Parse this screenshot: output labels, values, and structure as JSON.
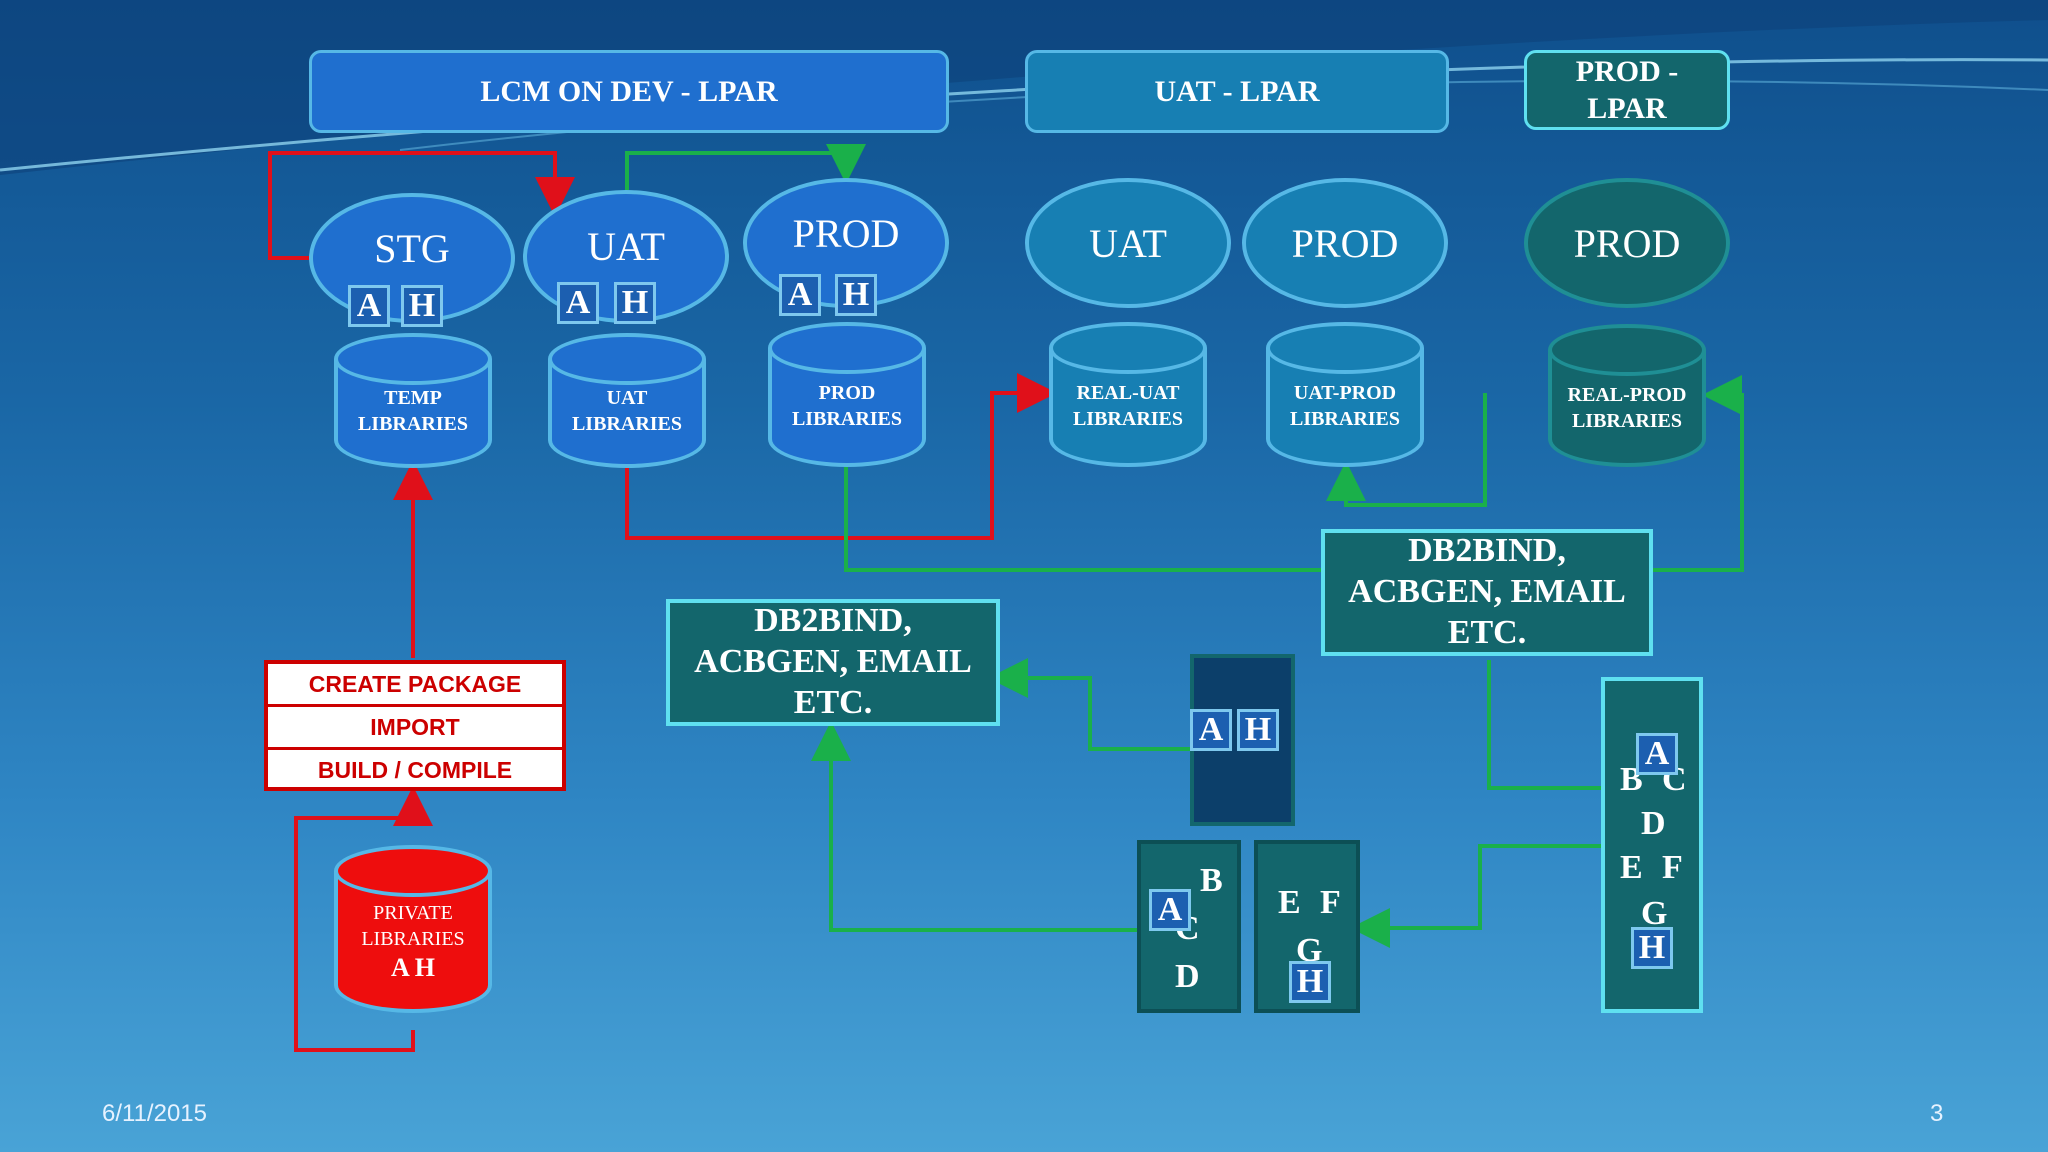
{
  "headers": {
    "lcm_dev": "LCM ON DEV  -  LPAR",
    "uat": "UAT  -  LPAR",
    "prod": "PROD -\nLPAR"
  },
  "regions": {
    "stg": "STG",
    "uat_dev": "UAT",
    "prod_dev": "PROD",
    "uat_lpar": "UAT",
    "prod_uat_lpar": "PROD",
    "prod_lpar": "PROD"
  },
  "chips": {
    "a": "A",
    "h": "H"
  },
  "libraries": {
    "temp": "TEMP\nLIBRARIES",
    "uat": "UAT\nLIBRARIES",
    "prod": "PROD\nLIBRARIES",
    "real_uat": "REAL-UAT\nLIBRARIES",
    "uat_prod": "UAT-PROD\nLIBRARIES",
    "real_prod": "REAL-PROD\nLIBRARIES",
    "private": "PRIVATE\nLIBRARIES",
    "private_sub": "A  H"
  },
  "package_steps": [
    "CREATE PACKAGE",
    "IMPORT",
    "BUILD / COMPILE"
  ],
  "bind_box": "DB2BIND,\nACBGEN, EMAIL\nETC.",
  "stacks": {
    "abcd": [
      "A",
      "B",
      "C",
      "D"
    ],
    "efgh": [
      "E",
      "F",
      "G",
      "H"
    ],
    "tall": [
      "A",
      "B",
      "C",
      "D",
      "E",
      "F",
      "G",
      "H"
    ]
  },
  "footer": {
    "date": "6/11/2015",
    "page": "3"
  },
  "colors": {
    "red": "#e0101a",
    "green": "#1ab04a",
    "teal": "#13666c",
    "blue": "#1f6fcf",
    "outline": "#56b8e6"
  }
}
